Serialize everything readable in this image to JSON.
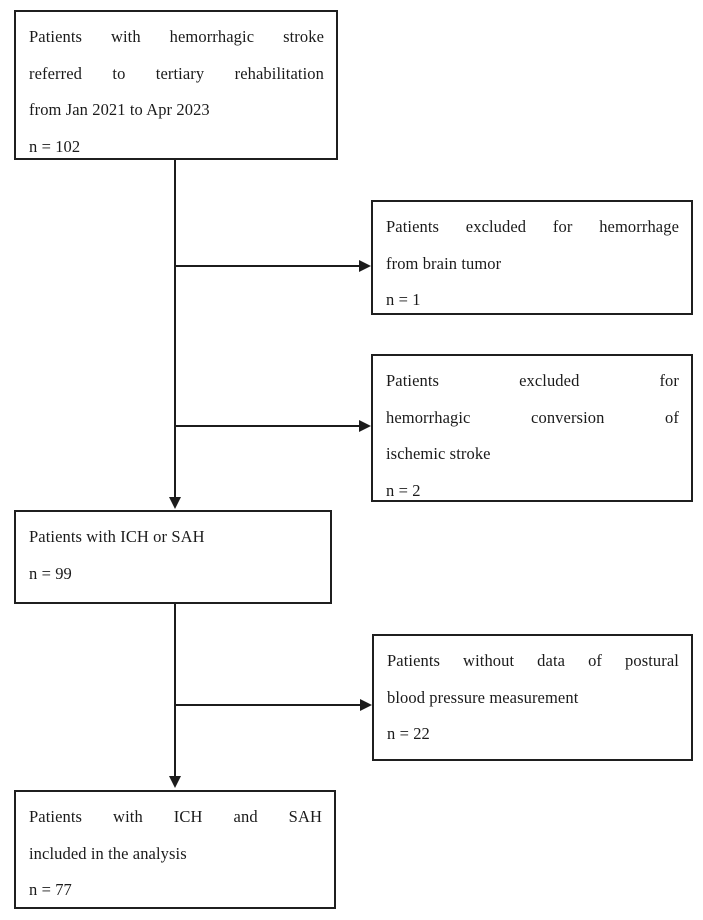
{
  "figure": {
    "type": "patient-flowchart",
    "background_color": "#ffffff",
    "line_color": "#1c1c1c",
    "text_color": "#1b1b1b"
  },
  "boxes": {
    "source": {
      "lines": [
        "Patients with hemorrhagic stroke",
        "referred to tertiary rehabilitation",
        "from Jan 2021 to Apr 2023",
        "n = 102"
      ],
      "count": "102"
    },
    "excluded_brain_tumor": {
      "lines": [
        "Patients excluded for hemorrhage",
        "from brain tumor",
        "n = 1"
      ],
      "count": "1"
    },
    "excluded_hemorrhagic_conversion": {
      "lines": [
        "Patients excluded for",
        "hemorrhagic conversion of",
        "ischemic stroke",
        "n = 2"
      ],
      "count": "2"
    },
    "ich_or_sah": {
      "lines": [
        "Patients with ICH or SAH",
        "n = 99"
      ],
      "count": "99"
    },
    "excluded_no_postural_bp": {
      "lines": [
        "Patients without data of postural",
        "blood pressure measurement",
        "n = 22"
      ],
      "count": "22"
    },
    "included_in_analysis": {
      "lines": [
        "Patients with ICH and SAH",
        "included in the analysis",
        "n = 77"
      ],
      "count": "77"
    }
  }
}
